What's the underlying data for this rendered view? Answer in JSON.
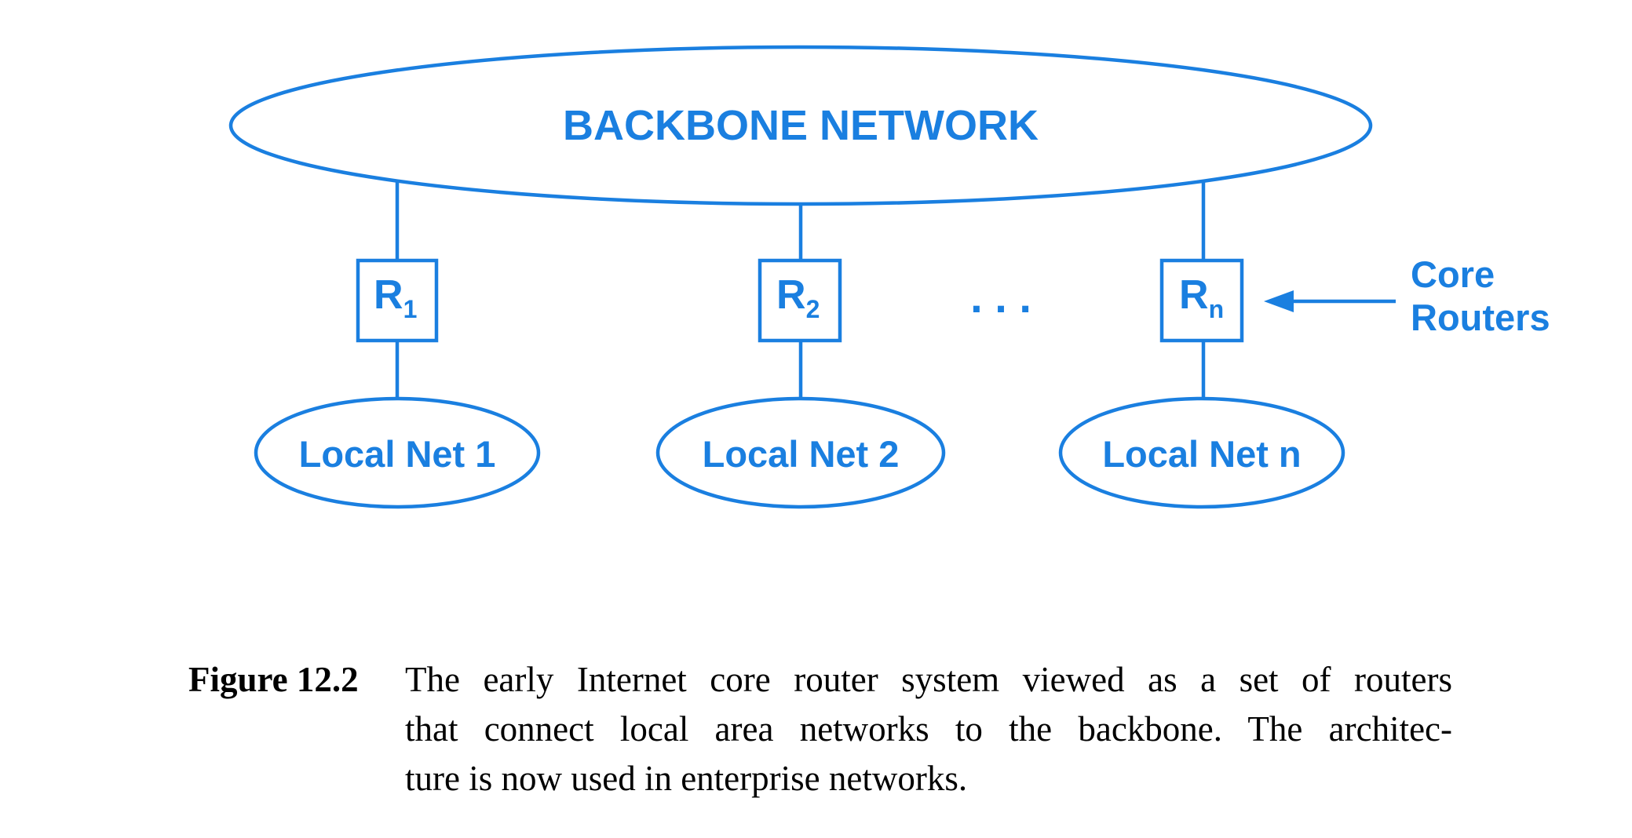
{
  "diagram": {
    "backbone_label": "BACKBONE NETWORK",
    "routers": [
      {
        "label": "R",
        "subscript": "1",
        "local_net": "Local Net 1"
      },
      {
        "label": "R",
        "subscript": "2",
        "local_net": "Local Net 2"
      },
      {
        "label": "R",
        "subscript": "n",
        "local_net": "Local Net n"
      }
    ],
    "ellipsis": ". . .",
    "annotation": {
      "line1": "Core",
      "line2": "Routers"
    },
    "color": "#1a7fe0"
  },
  "caption": {
    "label": "Figure 12.2",
    "lines": [
      "The early Internet core router system viewed as a set of routers",
      "that connect local area networks to the backbone.  The architec-",
      "ture is now used in enterprise networks."
    ]
  }
}
